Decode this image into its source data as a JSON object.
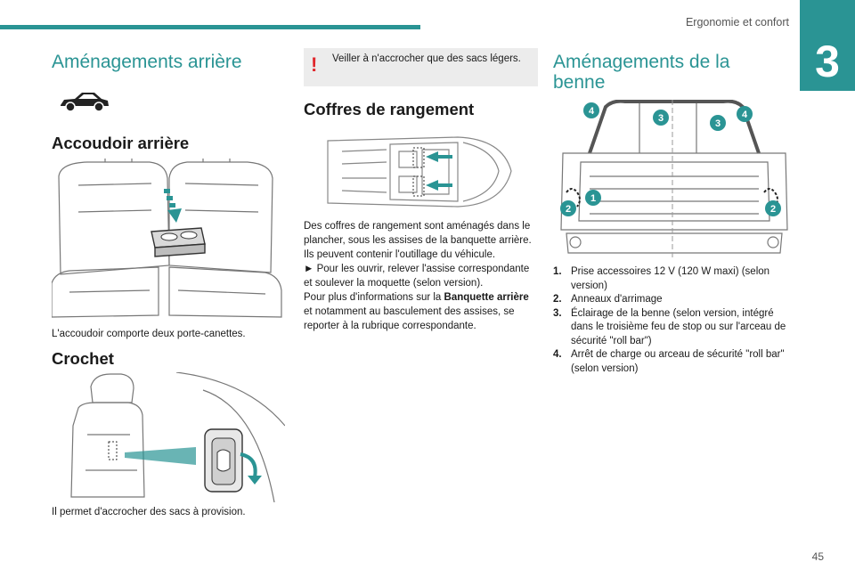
{
  "header": {
    "chapter_title": "Ergonomie et confort",
    "chapter_number": "3"
  },
  "left": {
    "section_title": "Aménagements arrière",
    "armrest": {
      "title": "Accoudoir arrière",
      "caption": "L'accoudoir comporte deux porte-canettes."
    },
    "hook": {
      "title": "Crochet",
      "caption": "Il permet d'accrocher des sacs à provision."
    }
  },
  "middle": {
    "warning": {
      "icon": "exclamation-icon",
      "text": "Veiller à n'accrocher que des sacs légers."
    },
    "storage": {
      "title": "Coffres de rangement",
      "p1": "Des coffres de rangement sont aménagés dans le plancher, sous les assises de la banquette arrière.",
      "p2": "Ils peuvent contenir l'outillage du véhicule.",
      "p3": "► Pour les ouvrir, relever l'assise correspondante et soulever la moquette (selon version).",
      "p4_pre": "Pour plus d'informations sur la ",
      "p4_bold": "Banquette arrière",
      "p4_post": " et notamment au basculement des assises, se reporter à la rubrique correspondante."
    }
  },
  "right": {
    "section_title": "Aménagements de la benne",
    "callouts": [
      "1",
      "2",
      "3",
      "4"
    ],
    "legend": [
      {
        "num": "1.",
        "text": "Prise accessoires 12 V (120 W maxi) (selon version)"
      },
      {
        "num": "2.",
        "text": "Anneaux d'arrimage"
      },
      {
        "num": "3.",
        "text": "Éclairage de la benne (selon version, intégré dans le troisième feu de stop ou sur l'arceau de sécurité \"roll bar\")"
      },
      {
        "num": "4.",
        "text": "Arrêt de charge ou arceau de sécurité \"roll bar\" (selon version)"
      }
    ]
  },
  "footer": {
    "page_number": "45"
  },
  "colors": {
    "accent": "#2a9494",
    "warning": "#e0262b",
    "callout": "#2a9494"
  }
}
